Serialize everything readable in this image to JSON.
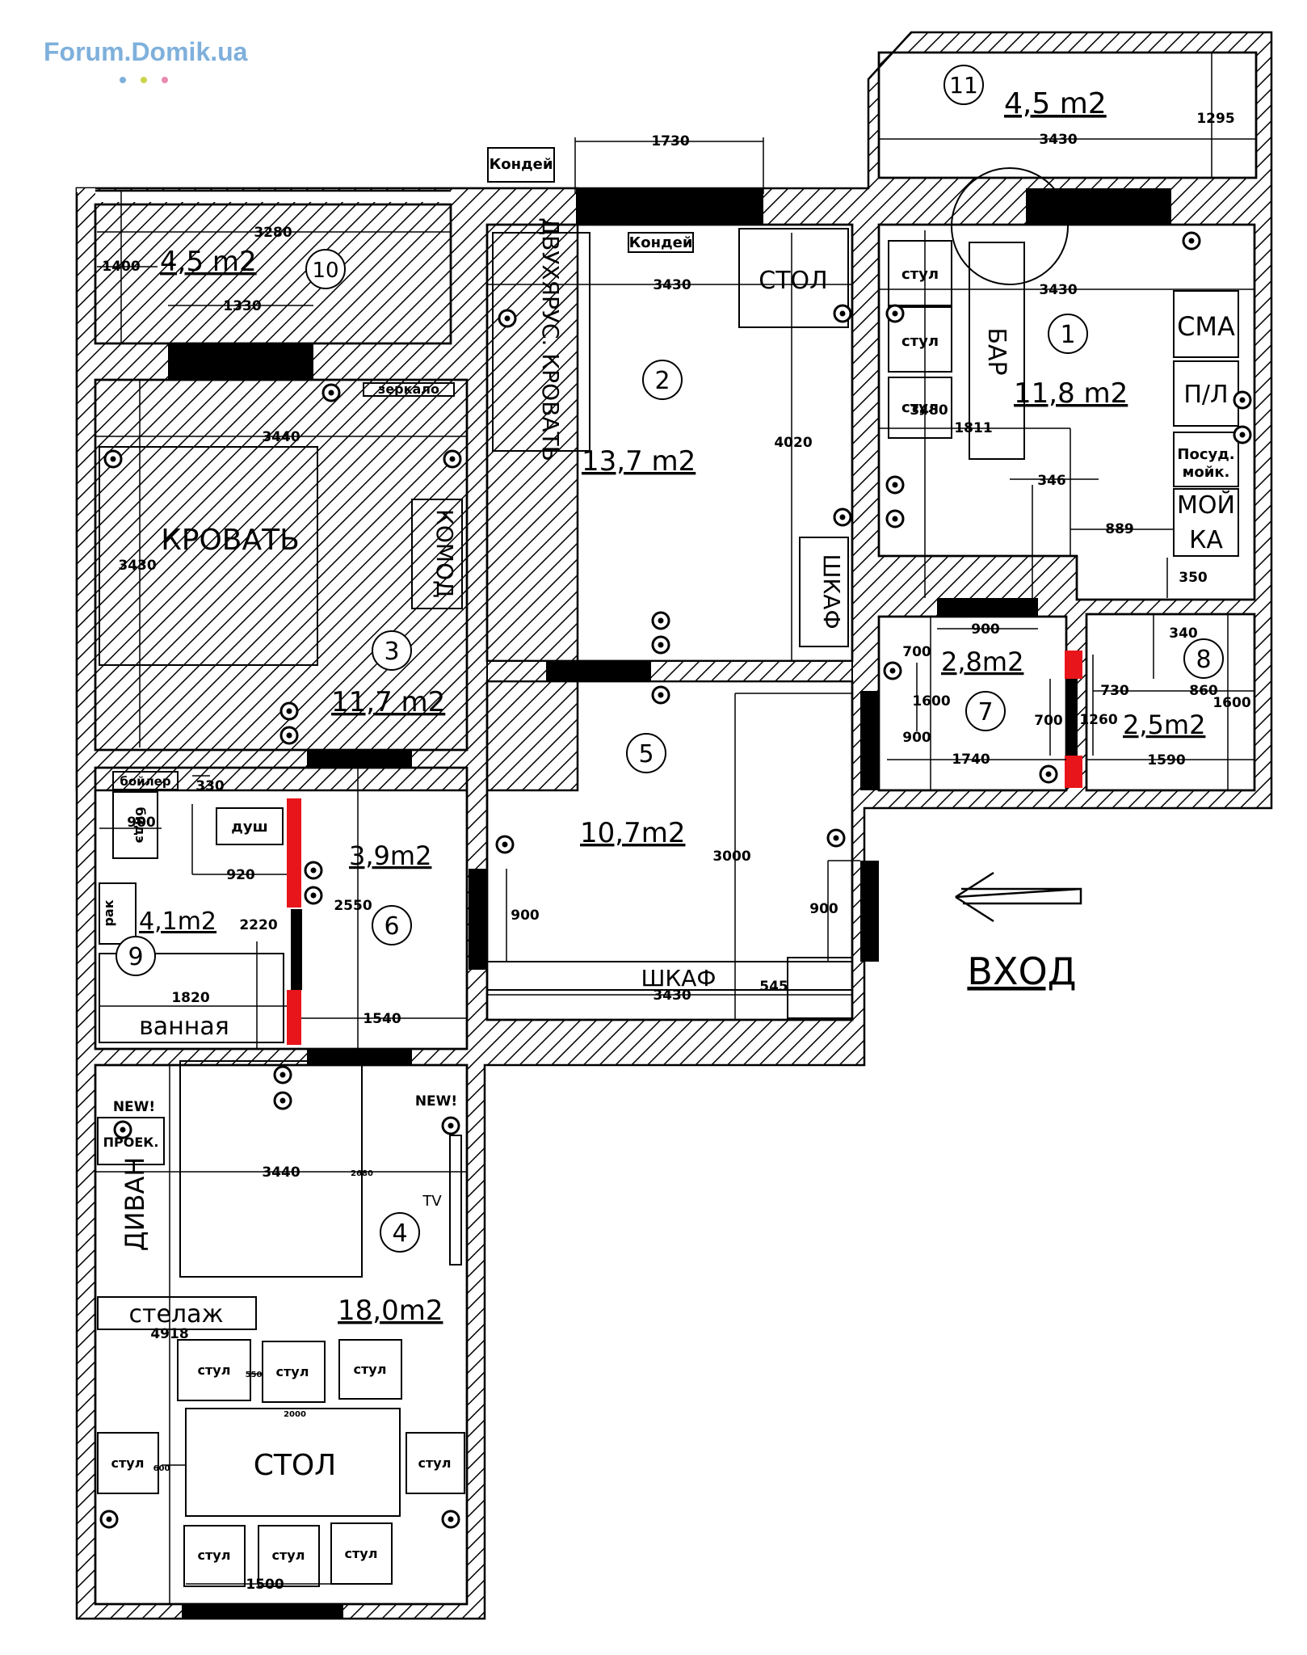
{
  "logo": {
    "text": "Forum.Domik.ua",
    "dots": [
      "#7fb0dc",
      "#c9d64a",
      "#e98ab4"
    ]
  },
  "rooms": [
    {
      "id": "r1",
      "num": "1",
      "area": "11,8  m2"
    },
    {
      "id": "r2",
      "num": "2",
      "area": "13,7  m2"
    },
    {
      "id": "r3",
      "num": "3",
      "area": "11,7  m2"
    },
    {
      "id": "r4",
      "num": "4",
      "area": "18,0m2"
    },
    {
      "id": "r5",
      "num": "5",
      "area": "10,7m2"
    },
    {
      "id": "r6",
      "num": "6",
      "area": "3,9m2"
    },
    {
      "id": "r7",
      "num": "7",
      "area": "2,8m2"
    },
    {
      "id": "r8",
      "num": "8",
      "area": "2,5m2"
    },
    {
      "id": "r9",
      "num": "9",
      "area": "4,1m2"
    },
    {
      "id": "r10",
      "num": "10",
      "area": "4,5  m2"
    },
    {
      "id": "r11",
      "num": "11",
      "area": "4,5  m2"
    }
  ],
  "furniture": {
    "kondei": "Кондей",
    "kondei2": "Кондей",
    "stol_r2": "СТОЛ",
    "bunk_bed": "ДВУХЯРУС. КРОВАТЬ",
    "stul": "стул",
    "bar": "БАР",
    "sma": "СМА",
    "pl": "П/Л",
    "posud": "Посуд.",
    "moik": "мойк.",
    "moika_top": "МОЙ",
    "moika_bottom": "КА",
    "zerkalo": "зеркало",
    "krovat": "КРОВАТЬ",
    "komod": "КОМОД",
    "shkaf": "ШКАФ",
    "shkaf5": "ШКАФ",
    "boiler": "бойлер",
    "biede": "бидэ",
    "dush": "душ",
    "rak": "рак",
    "vannaya": "ванная",
    "new1": "NEW!",
    "new2": "NEW!",
    "proek": "ПРОЕК.",
    "divan": "ДИВАН",
    "tv": "TV",
    "stelazh": "стелаж",
    "stol_main": "СТОЛ",
    "entrance": "ВХОД"
  },
  "dimensions": {
    "d1730": "1730",
    "d3280": "3280",
    "d1400": "1400",
    "d1330": "1330",
    "d3430_r2": "3430",
    "d3430_r1": "3430",
    "d3430_r11": "3430",
    "d1295": "1295",
    "d3440_r3": "3440",
    "d3430_r3": "3430",
    "d4020": "4020",
    "d3480": "3480",
    "d1811": "1811",
    "d346": "346",
    "d889": "889",
    "d350": "350",
    "d900_r7": "900",
    "d700_r7": "700",
    "d1600_r7": "1600",
    "d900b_r7": "900",
    "d1740": "1740",
    "d700b": "700",
    "d340": "340",
    "d730": "730",
    "d860": "860",
    "d1260": "1260",
    "d1600_r8": "1600",
    "d1590": "1590",
    "d330": "330",
    "d900_r9": "900",
    "d920": "920",
    "d2220": "2220",
    "d2550": "2550",
    "d1820": "1820",
    "d1540": "1540",
    "d3000": "3000",
    "d900_r5a": "900",
    "d900_r5b": "900",
    "d3430_r5": "3430",
    "d545": "545",
    "d3440_r4": "3440",
    "d4918": "4918",
    "d1500": "1500",
    "d550": "550",
    "d2000": "2000",
    "d600": "600",
    "d2680": "2680"
  }
}
